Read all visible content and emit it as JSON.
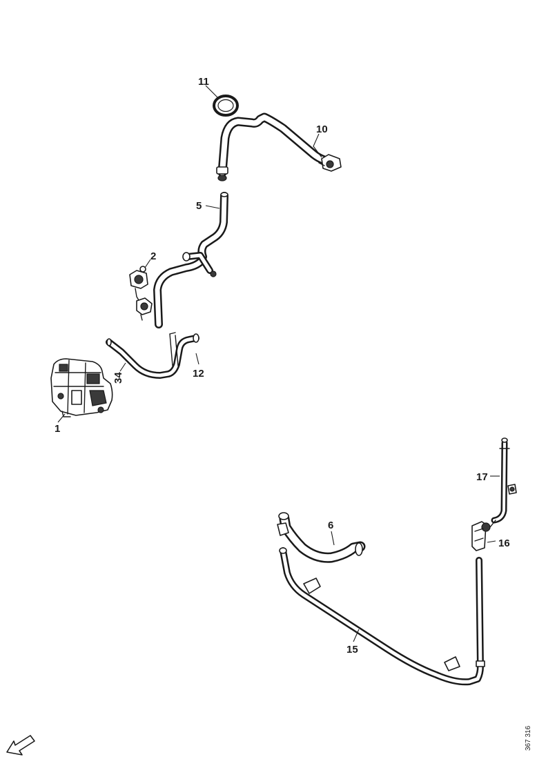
{
  "callouts": {
    "c1": "1",
    "c2": "2",
    "c5": "5",
    "c6": "6",
    "c10": "10",
    "c11": "11",
    "c12": "12",
    "c15": "15",
    "c16": "16",
    "c17": "17",
    "c34": "34"
  },
  "reference_code": "367 316",
  "icons": {
    "orientation": "direction-arrow-icon"
  }
}
